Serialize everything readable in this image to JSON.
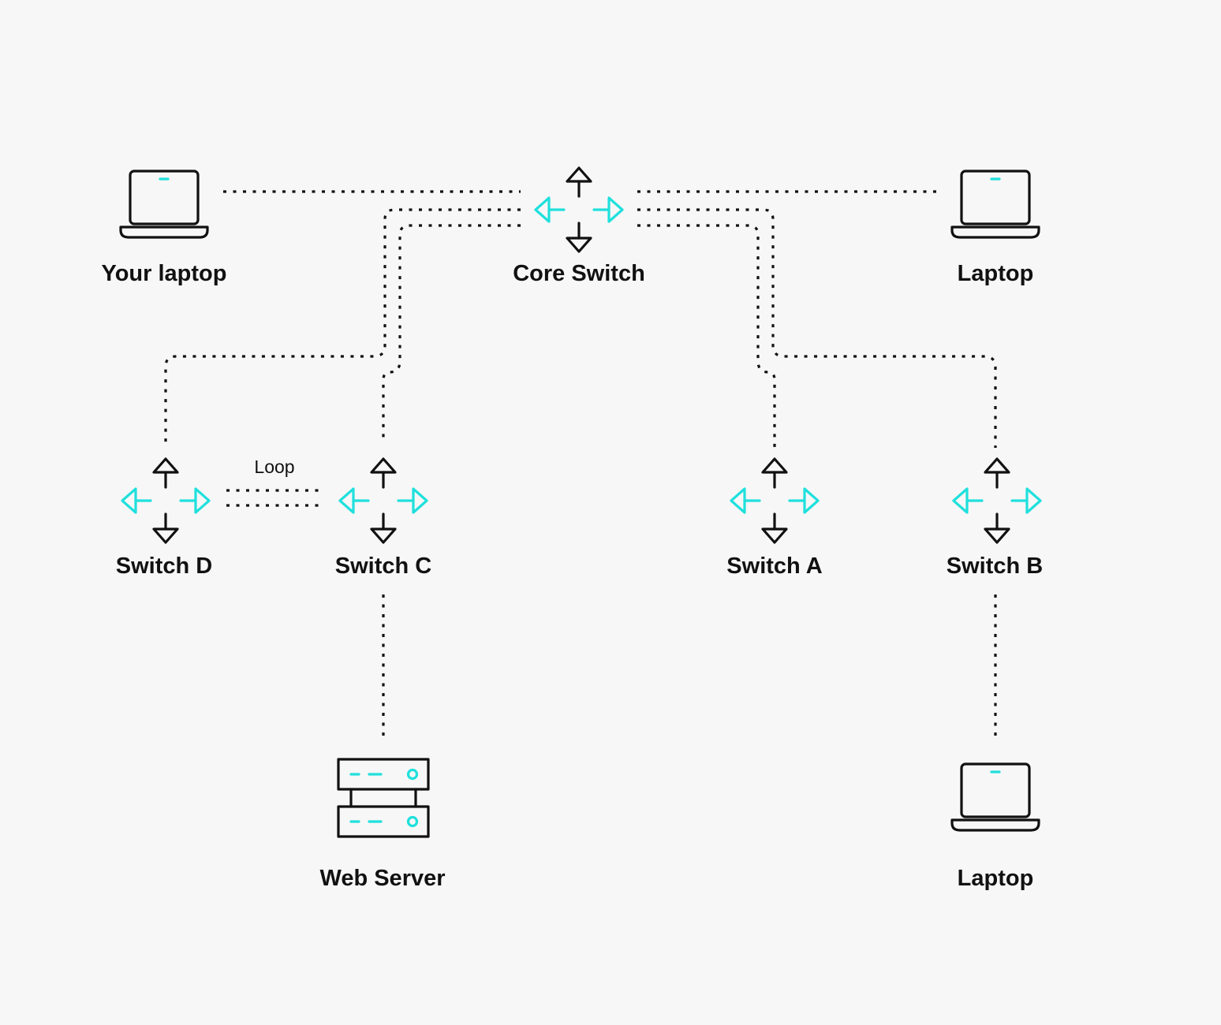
{
  "diagram": {
    "nodes": {
      "your_laptop": {
        "label": "Your laptop",
        "icon": "laptop-icon"
      },
      "core_switch": {
        "label": "Core Switch",
        "icon": "switch-icon"
      },
      "laptop_top_right": {
        "label": "Laptop",
        "icon": "laptop-icon"
      },
      "switch_d": {
        "label": "Switch D",
        "icon": "switch-icon"
      },
      "switch_c": {
        "label": "Switch C",
        "icon": "switch-icon"
      },
      "switch_a": {
        "label": "Switch A",
        "icon": "switch-icon"
      },
      "switch_b": {
        "label": "Switch B",
        "icon": "switch-icon"
      },
      "web_server": {
        "label": "Web Server",
        "icon": "server-icon"
      },
      "laptop_bottom_right": {
        "label": "Laptop",
        "icon": "laptop-icon"
      }
    },
    "edges": [
      {
        "from": "your_laptop",
        "to": "core_switch"
      },
      {
        "from": "core_switch",
        "to": "laptop_top_right"
      },
      {
        "from": "core_switch",
        "to": "switch_d"
      },
      {
        "from": "core_switch",
        "to": "switch_c"
      },
      {
        "from": "core_switch",
        "to": "switch_a"
      },
      {
        "from": "core_switch",
        "to": "switch_b"
      },
      {
        "from": "switch_d",
        "to": "switch_c",
        "label": "Loop"
      },
      {
        "from": "switch_c",
        "to": "web_server"
      },
      {
        "from": "switch_b",
        "to": "laptop_bottom_right"
      }
    ],
    "loop_label": "Loop",
    "colors": {
      "background": "#f7f7f7",
      "line": "#111111",
      "accent": "#1fe0dc"
    }
  }
}
